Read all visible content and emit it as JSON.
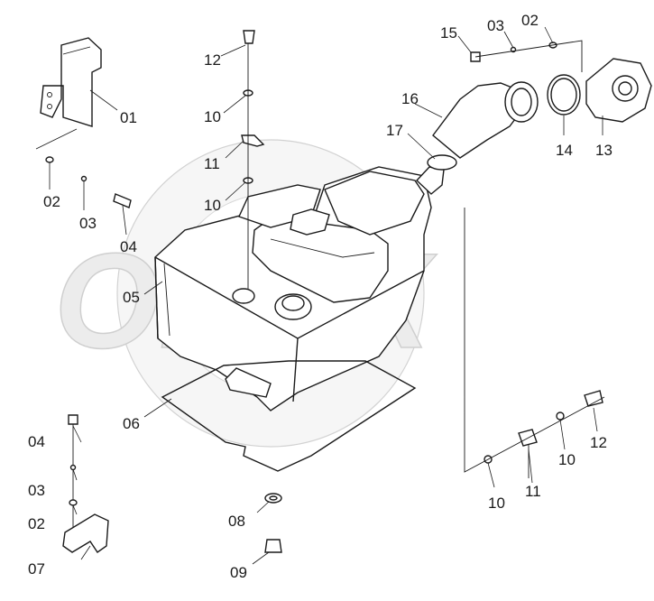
{
  "watermark": "OPEX",
  "labels": {
    "p01": "01",
    "p02_left": "02",
    "p03_left": "03",
    "p04_left": "04",
    "p05": "05",
    "p06": "06",
    "p04_bottom": "04",
    "p03_bottom": "03",
    "p02_bottom": "02",
    "p07": "07",
    "p08": "08",
    "p09": "09",
    "p12_top": "12",
    "p10_top": "10",
    "p11_top": "11",
    "p10_mid": "10",
    "p15": "15",
    "p03_top": "03",
    "p02_top": "02",
    "p16": "16",
    "p17": "17",
    "p14": "14",
    "p13": "13",
    "p10_right_a": "10",
    "p11_right": "11",
    "p10_right_b": "10",
    "p12_right": "12"
  }
}
